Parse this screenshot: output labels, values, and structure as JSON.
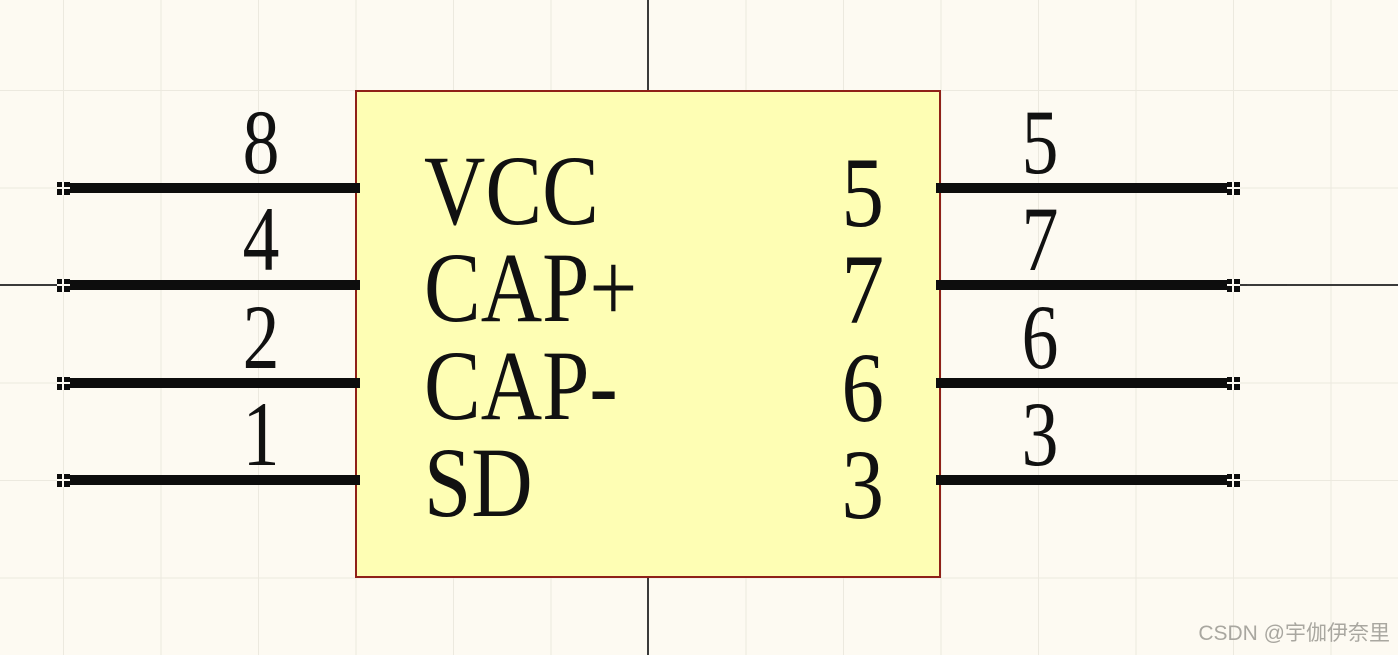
{
  "canvas": {
    "background": "#FDFAF2",
    "grid_color": "#ECE9DF",
    "crosshair_color": "#3A3A3A"
  },
  "component": {
    "body_fill": "#FEFEB4",
    "body_border": "#8F2118",
    "pin_color": "#0D0D0D",
    "rows": [
      {
        "left_pin_number": "8",
        "pin_name": "VCC",
        "inner_number": "5",
        "right_pin_number": "5"
      },
      {
        "left_pin_number": "4",
        "pin_name": "CAP+",
        "inner_number": "7",
        "right_pin_number": "7"
      },
      {
        "left_pin_number": "2",
        "pin_name": "CAP-",
        "inner_number": "6",
        "right_pin_number": "6"
      },
      {
        "left_pin_number": "1",
        "pin_name": "SD",
        "inner_number": "3",
        "right_pin_number": "3"
      }
    ]
  },
  "watermark": {
    "text": "CSDN @宇伽伊奈里",
    "color": "#A9A7A0"
  }
}
